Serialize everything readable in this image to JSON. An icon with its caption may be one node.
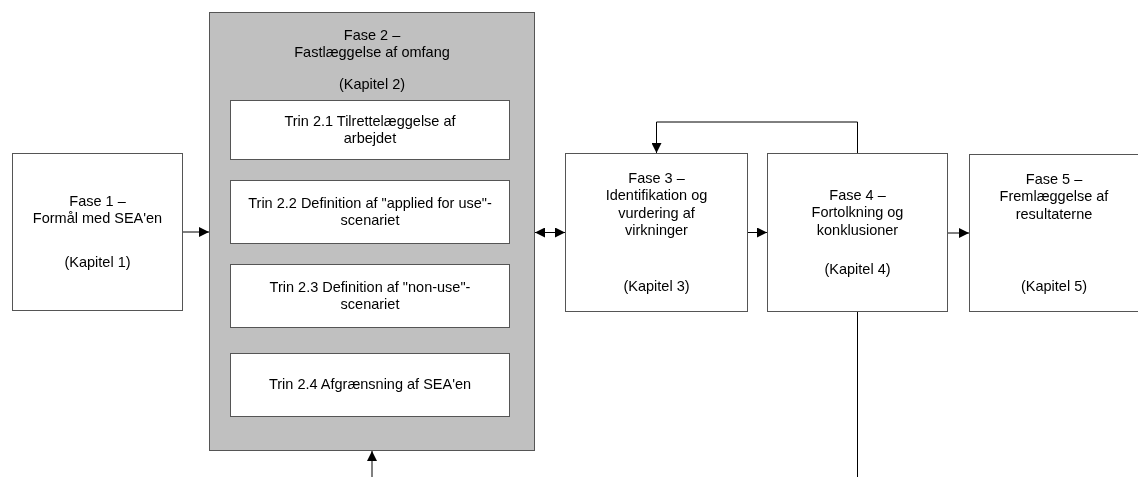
{
  "diagram": {
    "nodes": [
      {
        "text": [
          "Fase 1 – Formål med SEA'en",
          "(Kapitel 1)"
        ]
      },
      {
        "text": [
          "Fase 2 – Fastlæggelse af omfang",
          "(Kapitel 2)"
        ]
      },
      {
        "text": [
          "Trin 2.1 Tilrettelæggelse af arbejdet"
        ],
        "in": 1
      },
      {
        "text": [
          "Trin 2.2 Definition af \"applied for use\"-scenariet"
        ],
        "in": 1
      },
      {
        "text": [
          "Trin 2.3 Definition af \"non-use\"-scenariet"
        ],
        "in": 1
      },
      {
        "text": [
          "Trin 2.4 Afgrænsning af SEA'en"
        ],
        "in": 1
      },
      {
        "text": [
          "Fase 3 – Identifikation og vurdering af virkninger",
          "(Kapitel 3)"
        ]
      },
      {
        "text": [
          "Fase 4 – Fortolkning og konklusioner",
          "(Kapitel 4)"
        ]
      },
      {
        "text": [
          "Fase 5 – Fremlæggelse af resultaterne",
          "(Kapitel 5)"
        ]
      }
    ],
    "edges": [
      {
        "from": 0,
        "to": 1,
        "arrow": "to"
      },
      {
        "from": 1,
        "to": 6,
        "arrow": "both"
      },
      {
        "from": 6,
        "to": 7,
        "arrow": "to"
      },
      {
        "from": 7,
        "to": 8,
        "arrow": "to"
      },
      {
        "from": 7,
        "to": 6,
        "arrow": "to"
      },
      {
        "from": null,
        "to": 1,
        "arrow": "to"
      },
      {
        "from": 7,
        "to": null,
        "arrow": "none"
      }
    ]
  }
}
